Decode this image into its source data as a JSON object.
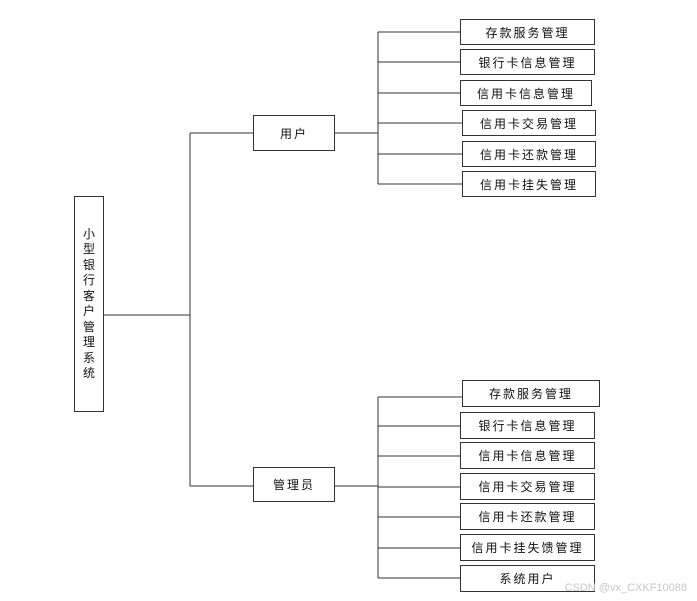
{
  "diagram": {
    "root": {
      "label": "小型银行客户管理系统"
    },
    "branches": [
      {
        "label": "用户",
        "children": [
          "存款服务管理",
          "银行卡信息管理",
          "信用卡信息管理",
          "信用卡交易管理",
          "信用卡还款管理",
          "信用卡挂失管理"
        ]
      },
      {
        "label": "管理员",
        "children": [
          "存款服务管理",
          "银行卡信息管理",
          "信用卡信息管理",
          "信用卡交易管理",
          "信用卡还款管理",
          "信用卡挂失馈管理",
          "系统用户"
        ]
      }
    ]
  },
  "watermark": "CSDN @vx_CXKF10088",
  "colors": {
    "line": "#333333",
    "box_border": "#333333",
    "background": "#ffffff",
    "watermark": "#c8c8c8"
  }
}
